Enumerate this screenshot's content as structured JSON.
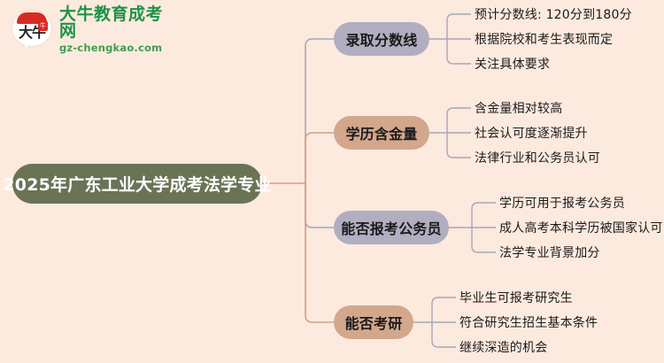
{
  "logo": {
    "mark_text": "大牛",
    "stamp_text": "牛",
    "title": "大牛教育成考网",
    "url": "gz-chengkao.com"
  },
  "mindmap": {
    "root": {
      "label": "2025年广东工业大学成考法学专业",
      "color": "#6b7357",
      "text_color": "#ffffff"
    },
    "branches": [
      {
        "label": "录取分数线",
        "color": "#b0aec0",
        "line_color": "#a7a5ba",
        "children": [
          "预计分数线: 120分到180分",
          "根据院校和考生表现而定",
          "关注具体要求"
        ]
      },
      {
        "label": "学历含金量",
        "color": "#d3a78c",
        "line_color": "#d0a084",
        "children": [
          "含金量相对较高",
          "社会认可度逐渐提升",
          "法律行业和公务员认可"
        ]
      },
      {
        "label": "能否报考公务员",
        "color": "#b0aec0",
        "line_color": "#a7a5ba",
        "children": [
          "学历可用于报考公务员",
          "成人高考本科学历被国家认可",
          "法学专业背景加分"
        ]
      },
      {
        "label": "能否考研",
        "color": "#d3a78c",
        "line_color": "#d0a084",
        "children": [
          "毕业生可报考研究生",
          "符合研究生招生基本条件",
          "继续深造的机会"
        ]
      }
    ]
  },
  "canvas": {
    "background": "#fdeade"
  }
}
